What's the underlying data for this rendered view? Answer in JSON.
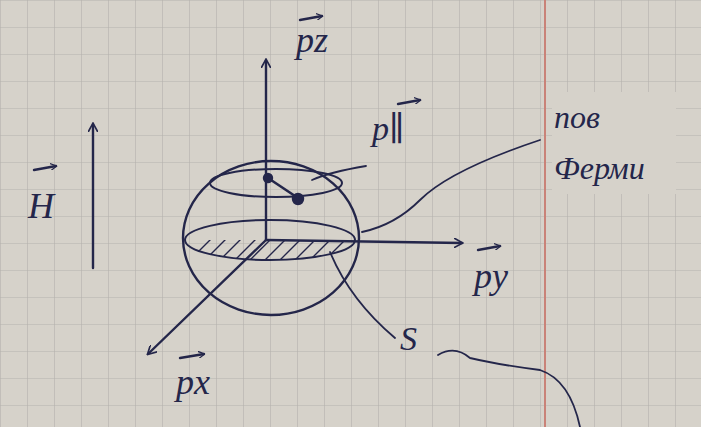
{
  "diagram": {
    "labels": [
      "H",
      "pz",
      "p∥",
      "пов Ферми",
      "py",
      "S",
      "px"
    ]
  }
}
